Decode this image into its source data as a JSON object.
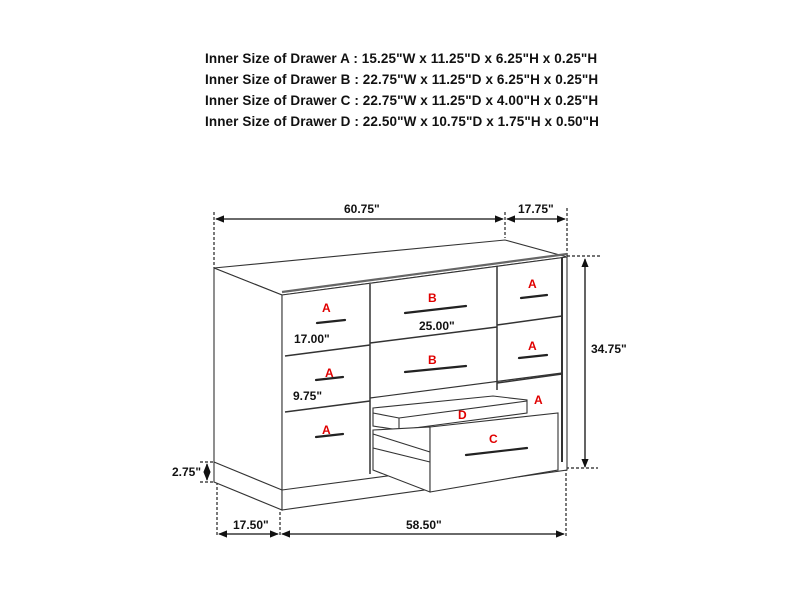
{
  "specs": [
    {
      "label": "Inner Size of Drawer A : 15.25\"W x 11.25\"D x 6.25\"H x 0.25\"H"
    },
    {
      "label": "Inner Size of Drawer B : 22.75\"W x 11.25\"D x 6.25\"H x 0.25\"H"
    },
    {
      "label": "Inner Size of Drawer C : 22.75\"W x 11.25\"D x 4.00\"H x 0.25\"H"
    },
    {
      "label": "Inner Size of Drawer  D : 22.50\"W x 10.75\"D x 1.75\"H x 0.50\"H"
    }
  ],
  "dimensions": {
    "overall_width": "60.75\"",
    "overall_depth": "17.75\"",
    "overall_height": "34.75\"",
    "drawer_a_width": "17.00\"",
    "drawer_b_width": "25.00\"",
    "drawer_a_height": "9.75\"",
    "base_height": "2.75\"",
    "side_depth": "17.50\"",
    "base_width": "58.50\""
  },
  "drawer_labels": {
    "a": "A",
    "b": "B",
    "c": "C",
    "d": "D"
  },
  "colors": {
    "label": "#e00000",
    "line": "#222222"
  }
}
